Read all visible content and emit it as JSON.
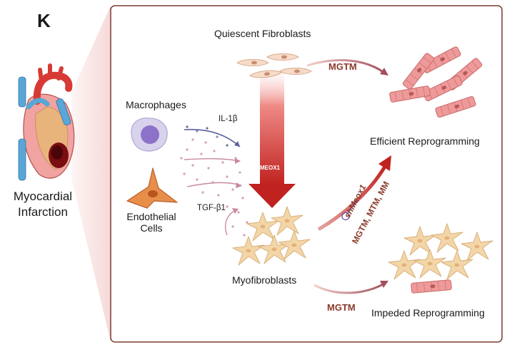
{
  "panel_label": "K",
  "condition": {
    "line1": "Myocardial",
    "line2": "Infarction"
  },
  "cells": {
    "quiescent": "Quiescent Fibroblasts",
    "macrophages": "Macrophages",
    "endothelial_line1": "Endothelial",
    "endothelial_line2": "Cells",
    "myofibroblasts": "Myofibroblasts"
  },
  "signals": {
    "il1b": "IL-1β",
    "tgfb1": "TGF-β1",
    "meox1": "MEOX1"
  },
  "outcomes": {
    "efficient": "Efficient Reprogramming",
    "impeded": "Impeded Reprogramming"
  },
  "arrows": {
    "top_factor": "MGTM",
    "bottom_factor": "MGTM",
    "knockdown": "shMeox1",
    "factor_combos": "MGTM, MTM, MM"
  },
  "colors": {
    "accent_red": "#c0221f",
    "fibroblast_fill": "#f5dcc8",
    "myofibroblast_fill": "#f3d6a8",
    "reprogrammed_fill": "#ef9a9a",
    "panel_border": "#7a3b35"
  }
}
